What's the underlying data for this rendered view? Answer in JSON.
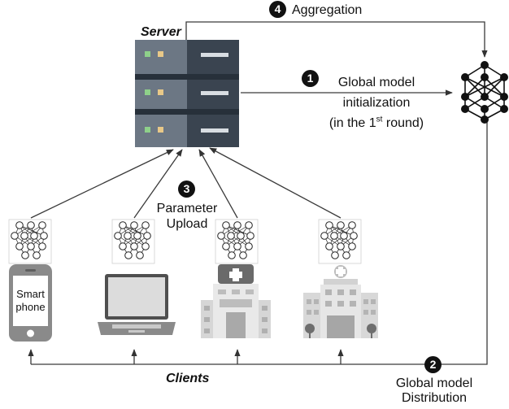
{
  "labels": {
    "server": "Server",
    "clients": "Clients",
    "step1_line1": "Global model",
    "step1_line2": "initialization",
    "step1_line3_pre": "(in the 1",
    "step1_line3_sup": "st",
    "step1_line3_post": " round)",
    "step2_line1": "Global model",
    "step2_line2": "Distribution",
    "step3_line1": "Parameter",
    "step3_line2": "Upload",
    "step4": "Aggregation",
    "smartphone_line1": "Smart",
    "smartphone_line2": "phone"
  },
  "badges": {
    "step1": "1",
    "step2": "2",
    "step3": "3",
    "step4": "4"
  },
  "icons": {
    "server": "server-rack-icon",
    "global_model": "neural-network-icon",
    "client_model": "neural-network-icon",
    "smartphone": "smartphone-icon",
    "laptop": "laptop-icon",
    "hospital": "hospital-icon",
    "hospital_large": "hospital-building-icon"
  },
  "colors": {
    "line": "#3a3a3a",
    "server_light": "#6c7784",
    "server_dark": "#3a4450",
    "device_gray": "#8a8a8a",
    "building_light": "#e9e9e9",
    "building_mid": "#bdbdbd",
    "accent_green": "#8ed08a",
    "accent_yellow": "#e8c888"
  }
}
